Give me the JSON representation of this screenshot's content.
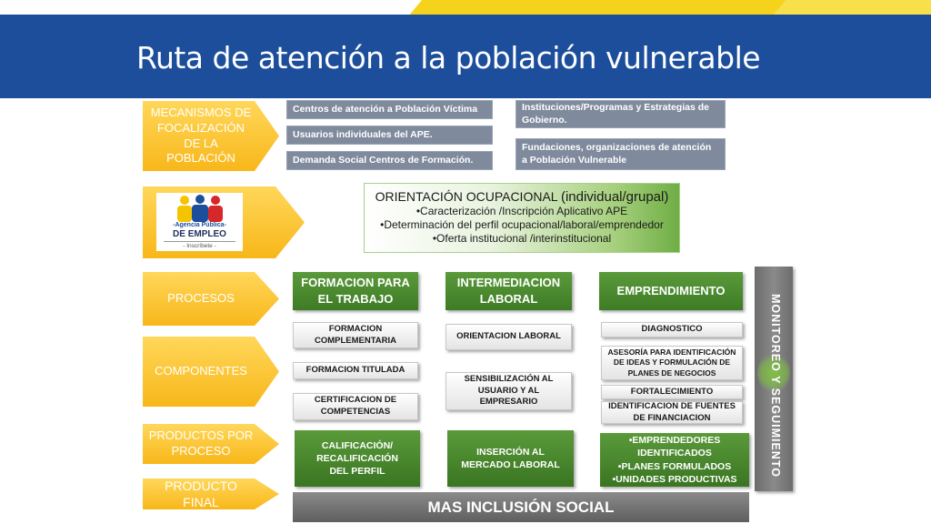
{
  "title": "Ruta de atención a la población vulnerable",
  "left_labels": {
    "mecanismos": "MECANISMOS DE FOCALIZACIÓN DE LA POBLACIÓN",
    "procesos": "PROCESOS",
    "componentes": "COMPONENTES",
    "productos": "PRODUCTOS POR PROCESO",
    "producto_final": "PRODUCTO FINAL"
  },
  "logo": {
    "line1": "-Agencia Pública-",
    "line2": "DE EMPLEO",
    "line3": "- Inscríbete -"
  },
  "mecanismos_boxes": {
    "left": [
      "Centros de atención a Población Víctima",
      "Usuarios individuales del APE.",
      "Demanda Social Centros de Formación."
    ],
    "right": [
      "Instituciones/Programas y Estrategias de Gobierno.",
      "Fundaciones, organizaciones de atención a Población Vulnerable"
    ]
  },
  "orientacion": {
    "title": "ORIENTACIÓN OCUPACIONAL",
    "subtitle": "(individual/grupal)",
    "items": [
      "•Caracterización /Inscripción  Aplicativo  APE",
      "•Determinación del perfil ocupacional/laboral/emprendedor",
      "•Oferta institucional /interinstitucional"
    ]
  },
  "procesos": [
    "FORMACION PARA EL TRABAJO",
    "INTERMEDIACION LABORAL",
    "EMPRENDIMIENTO"
  ],
  "componentes": {
    "formacion": [
      "FORMACION COMPLEMENTARIA",
      "FORMACION TITULADA",
      "CERTIFICACION DE COMPETENCIAS"
    ],
    "intermediacion": [
      "ORIENTACION LABORAL",
      "SENSIBILIZACIÓN AL USUARIO Y AL EMPRESARIO"
    ],
    "emprendimiento": [
      "DIAGNOSTICO",
      "ASESORÍA  PARA IDENTIFICACIÓN DE IDEAS Y FORMULACIÓN DE PLANES DE NEGOCIOS",
      "FORTALECIMIENTO",
      "IDENTIFICACION DE  FUENTES DE FINANCIACION"
    ]
  },
  "productos": {
    "formacion": "CALIFICACIÓN/ RECALIFICACIÓN DEL PERFIL",
    "intermediacion": "INSERCIÓN AL MERCADO LABORAL",
    "emprendimiento": [
      "•EMPRENDEDORES IDENTIFICADOS",
      "•PLANES FORMULADOS",
      "•UNIDADES PRODUCTIVAS"
    ]
  },
  "monitoreo": "MONITOREO  Y  SEGUIMIENTO",
  "final": "MAS INCLUSIÓN SOCIAL",
  "colors": {
    "header_blue": "#1d4e9b",
    "accent_yellow": "#f5d21b",
    "chevron_orange": "#f8b71a",
    "process_green": "#4a8a30",
    "gray_box": "#7f8a9d"
  }
}
